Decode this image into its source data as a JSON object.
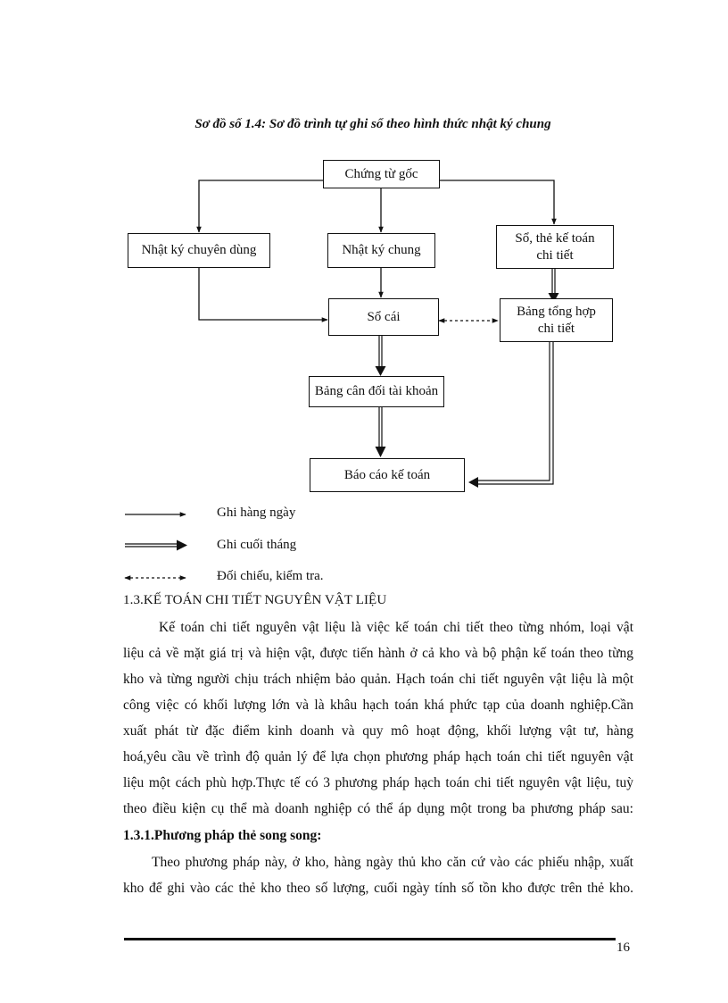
{
  "diagram": {
    "caption": "Sơ đồ số 1.4: Sơ đồ trình tự ghi sổ theo hình thức nhật ký chung",
    "nodes": {
      "chung_tu_goc": "Chứng từ gốc",
      "nhat_ky_chuyen_dung": "Nhật ký chuyên dùng",
      "nhat_ky_chung": "Nhật ký chung",
      "so_the_ke_toan": "Sổ, thẻ kế toán\nchi tiết",
      "so_cai": "Sổ cái",
      "bang_tong_hop": "Bảng tổng hợp\nchi tiết",
      "bang_can_doi": "Bảng cân đối tài khoản",
      "bao_cao": "Báo cáo kế toán"
    },
    "legend": {
      "daily": "Ghi hàng ngày",
      "month_end": "Ghi cuối tháng",
      "reconcile": "Đối chiếu, kiểm tra."
    }
  },
  "section": {
    "heading": "1.3.KẾ TOÁN CHI TIẾT NGUYÊN VẬT LIỆU",
    "paragraph_lines": [
      "Kế toán chi tiết nguyên vật liệu là việc kế toán chi tiết theo từng nhóm, loại vật",
      "liệu cả về mặt giá trị và hiện vật, được tiến hành ở cả kho và bộ phận kế toán theo từng",
      "kho và từng người chịu trách nhiệm bảo quản. Hạch toán chi tiết nguyên vật liệu là một",
      "công việc có khối lượng lớn và là khâu hạch toán khá phức tạp của doanh nghiệp.Cần",
      "xuất phát từ đặc điểm kinh doanh và quy mô hoạt động, khối lượng vật tư, hàng",
      "hoá,yêu cầu về trình độ quản lý để lựa chọn phương pháp hạch toán chi tiết nguyên vật",
      "liệu một cách phù hợp.Thực tế có 3 phương pháp hạch toán chi tiết nguyên vật liệu, tuỳ",
      "theo điều kiện cụ thể mà doanh nghiệp có thể áp dụng một trong ba phương pháp sau:"
    ],
    "subheading": "1.3.1.Phương pháp thẻ song song:",
    "sub_paragraph_lines": [
      "Theo phương pháp này, ở kho, hàng ngày thủ kho căn cứ vào các phiếu nhập, xuất",
      "kho để ghi vào các thẻ kho theo số lượng, cuối ngày tính số tồn kho được trên thẻ kho."
    ]
  },
  "footer": {
    "page_number": "16"
  }
}
